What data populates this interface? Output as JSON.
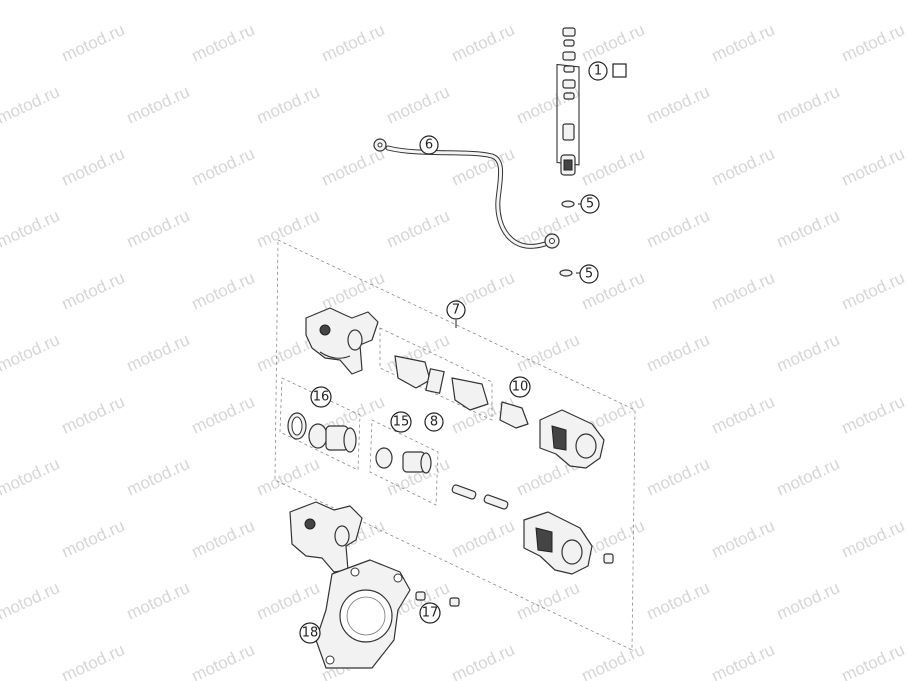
{
  "watermark": {
    "text": "motod.ru"
  },
  "callouts": [
    {
      "id": "c1",
      "label": "1"
    },
    {
      "id": "c5a",
      "label": "5"
    },
    {
      "id": "c5b",
      "label": "5"
    },
    {
      "id": "c6",
      "label": "6"
    },
    {
      "id": "c7",
      "label": "7"
    },
    {
      "id": "c8",
      "label": "8"
    },
    {
      "id": "c10",
      "label": "10"
    },
    {
      "id": "c15",
      "label": "15"
    },
    {
      "id": "c16",
      "label": "16"
    },
    {
      "id": "c17",
      "label": "17"
    },
    {
      "id": "c18",
      "label": "18"
    }
  ],
  "colors": {
    "line": "#333333",
    "watermark": "#d6d6d6",
    "background": "#ffffff"
  }
}
